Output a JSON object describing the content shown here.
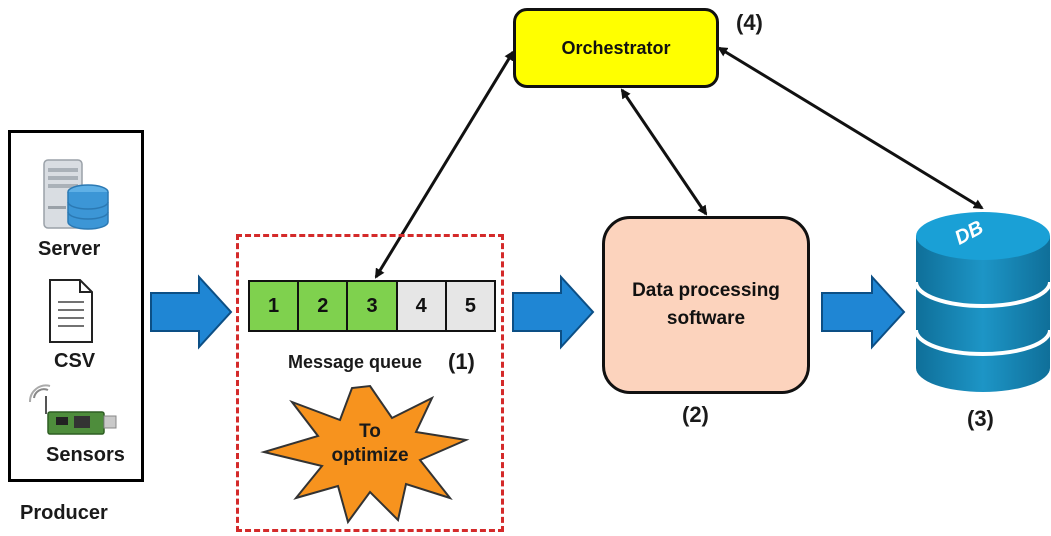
{
  "producer": {
    "title": "Producer",
    "items": [
      {
        "label": "Server",
        "icon": "server-database-icon"
      },
      {
        "label": "CSV",
        "icon": "document-icon"
      },
      {
        "label": "Sensors",
        "icon": "sensor-board-icon"
      }
    ]
  },
  "queue": {
    "label": "Message queue",
    "number": "(1)",
    "cells": [
      {
        "label": "1",
        "state": "done"
      },
      {
        "label": "2",
        "state": "done"
      },
      {
        "label": "3",
        "state": "done"
      },
      {
        "label": "4",
        "state": "pending"
      },
      {
        "label": "5",
        "state": "pending"
      }
    ],
    "optimize_line1": "To",
    "optimize_line2": "optimize"
  },
  "orchestrator": {
    "label": "Orchestrator",
    "number": "(4)"
  },
  "processing": {
    "line1": "Data processing",
    "line2": "software",
    "number": "(2)"
  },
  "database": {
    "label": "DB",
    "number": "(3)"
  },
  "colors": {
    "arrow_fill": "#1f86d4",
    "queue_done": "#7fd14e",
    "queue_pending": "#e6e6e6",
    "orchestrator_fill": "#ffff00",
    "processing_fill": "#fcd3bd",
    "db_fill": "#1a88b8",
    "burst_fill": "#f7931e",
    "frame_dash": "#d42a2a"
  }
}
